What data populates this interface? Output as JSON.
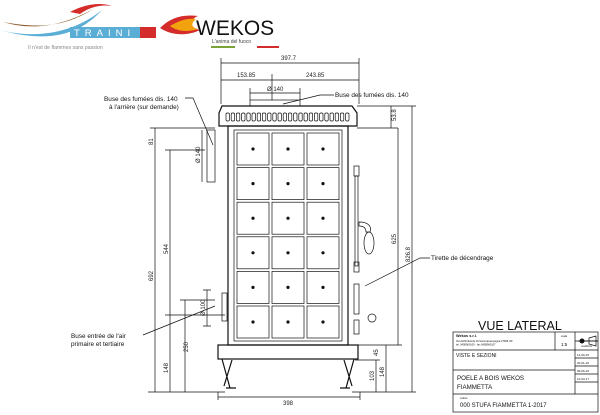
{
  "logo": {
    "traini": "TRAINI",
    "traini_tagline": "Il n'est de flammes sans passion",
    "wekos": "WEKOS",
    "wekos_tagline": "L'anima del fuoco",
    "colors": {
      "blue": "#5aaed6",
      "brown": "#8b5a2b",
      "red": "#d42b2b",
      "orange": "#f2a20c",
      "green": "#7aa43a"
    }
  },
  "dimensions": {
    "total_width_top": "397.7",
    "left_offset": "153.85",
    "right_offset": "243.85",
    "flue_diameter": "Ø 140",
    "top_cap_height": "53.8",
    "total_height": "826.8",
    "body_height": "625",
    "rear_flue_height": "692",
    "rear_flue_to_top": "81",
    "rear_flue_diameter": "Ø 140",
    "mid_height": "544",
    "air_intake_diameter": "Ø 100",
    "air_intake_height": "250",
    "base_height_left": "148",
    "base_height_right": "148",
    "leg_height": "103",
    "base_plate": "45",
    "bottom_width": "398"
  },
  "annotations": {
    "rear_flue_line1": "Buse des fumées dis. 140",
    "rear_flue_line2": "à l'arrière (sur demande)",
    "top_flue": "Buse des fumées dis. 140",
    "ash_rod": "Tirette de décendrage",
    "air_intake_line1": "Buse entrée de l'air",
    "air_intake_line2": "primaire et tertiaire"
  },
  "title_block": {
    "view_title": "VUE LATERAL",
    "company": "Wekos s.r.l.",
    "address": "Via dell'Industria 10 Sommacampagna 37066 VR",
    "contact": "tel. 0458960100 - fax 0458960107",
    "scale_label": "scala",
    "scale": "1:5",
    "section": "VISTE E SEZIONI",
    "revisions_label": "modifiche",
    "revisions": [
      "14-09-15",
      "20-01-16",
      "09-06-16",
      "10-03-17"
    ],
    "product_line1": "POELE A BOIS WEKOS",
    "product_line2": "FIAMMETTA",
    "code_label": "codice",
    "code": "000 STUFA FIAMMETTA 1-2017"
  }
}
